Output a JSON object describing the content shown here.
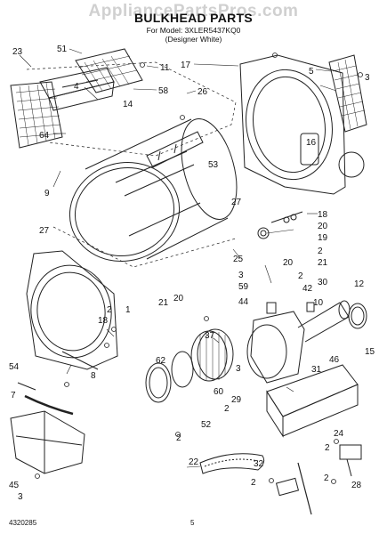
{
  "header": {
    "watermark": "AppliancePartsPros.com",
    "title": "BULKHEAD PARTS",
    "model_line": "For Model: 3XLER5437KQ0",
    "variant_line": "(Designer White)"
  },
  "callouts": [
    "51",
    "23",
    "11",
    "58",
    "4",
    "14",
    "26",
    "17",
    "5",
    "3",
    "64",
    "16",
    "53",
    "9",
    "27",
    "27",
    "18",
    "20",
    "19",
    "2",
    "21",
    "20",
    "25",
    "3",
    "2",
    "59",
    "42",
    "30",
    "12",
    "54",
    "18",
    "2",
    "1",
    "21",
    "20",
    "44",
    "10",
    "15",
    "37",
    "62",
    "3",
    "7",
    "31",
    "46",
    "60",
    "29",
    "8",
    "2",
    "52",
    "22",
    "2",
    "24",
    "2",
    "32",
    "2",
    "45",
    "3",
    "2",
    "28"
  ],
  "footer": {
    "doc_number": "4320285",
    "page_number": "5"
  }
}
